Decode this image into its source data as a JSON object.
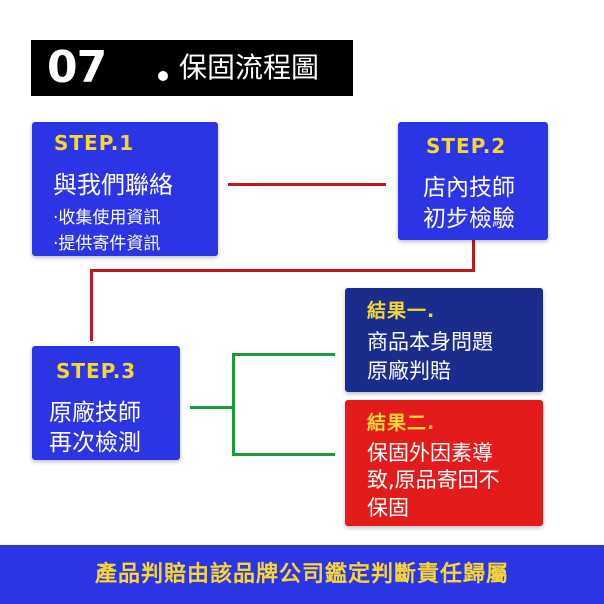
{
  "title": {
    "number": "07",
    "text": "保固流程圖"
  },
  "steps": {
    "step1": {
      "label": "STEP.1",
      "heading": "與我們聯絡",
      "bullets": [
        "·收集使用資訊",
        "·提供寄件資訊"
      ]
    },
    "step2": {
      "label": "STEP.2",
      "lines": [
        "店內技師",
        "初步檢驗"
      ]
    },
    "step3": {
      "label": "STEP.3",
      "lines": [
        "原廠技師",
        "再次檢測"
      ]
    }
  },
  "results": {
    "result1": {
      "label": "結果一.",
      "lines": [
        "商品本身問題",
        "原廠判賠"
      ]
    },
    "result2": {
      "label": "結果二.",
      "lines": [
        "保固外因素導",
        "致,原品寄回不",
        "保固"
      ]
    }
  },
  "footer": {
    "text": "產品判賠由該品牌公司鑑定判斷責任歸屬"
  },
  "colors": {
    "step_box": "#2b35e6",
    "result1_box": "#1a2d8c",
    "result2_box": "#e31b1b",
    "step_label": "#f5d632",
    "connector_red": "#c0181e",
    "connector_green": "#1d9a3b",
    "footer_bg": "#2b35e6",
    "footer_text": "#f5d632"
  }
}
